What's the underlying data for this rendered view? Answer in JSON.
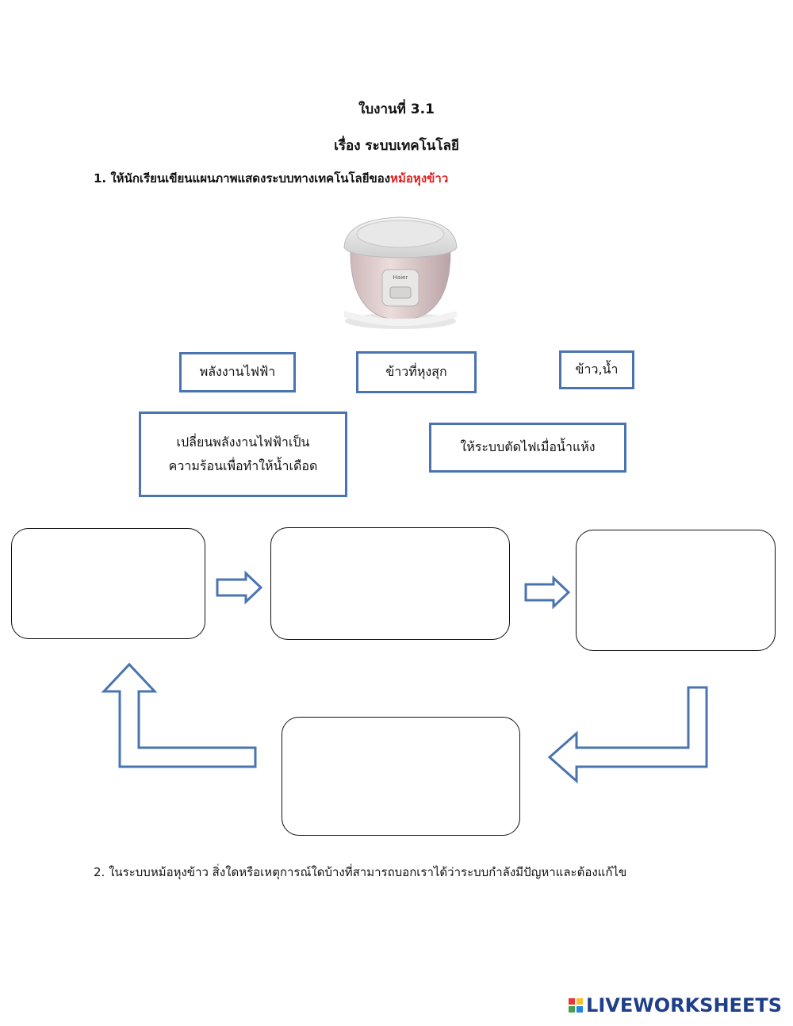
{
  "header": {
    "title": "ใบงานที่ 3.1",
    "subject": "เรื่อง ระบบเทคโนโลยี"
  },
  "question1": {
    "text": "1. ให้นักเรียนเขียนแผนภาพแสดงระบบทางเทคโนโลยีของ",
    "highlight": "หม้อหุงข้าว",
    "highlight_color": "#e02020"
  },
  "image": {
    "icon": "rice-cooker-image",
    "brand": "Haier"
  },
  "answer_options": [
    "พลังงานไฟฟ้า",
    "ข้าวที่หุงสุก",
    "ข้าว,น้ำ",
    "เปลี่ยนพลังงานไฟฟ้าเป็น\nความร้อนเพื่อทำให้น้ำเดือด",
    "ให้ระบบตัดไฟเมื่อน้ำแห้ง"
  ],
  "question2": {
    "text": "2. ในระบบหม้อหุงข้าว สิ่งใดหรือเหตุการณ์ใดบ้างที่สามารถบอกเราได้ว่าระบบกำลังมีปัญหาและต้องแก้ไข"
  },
  "colors": {
    "box_border": "#4a74b0",
    "arrow": "#4a74b0"
  },
  "footer": {
    "logo_text": "LIVEWORKSHEETS"
  }
}
